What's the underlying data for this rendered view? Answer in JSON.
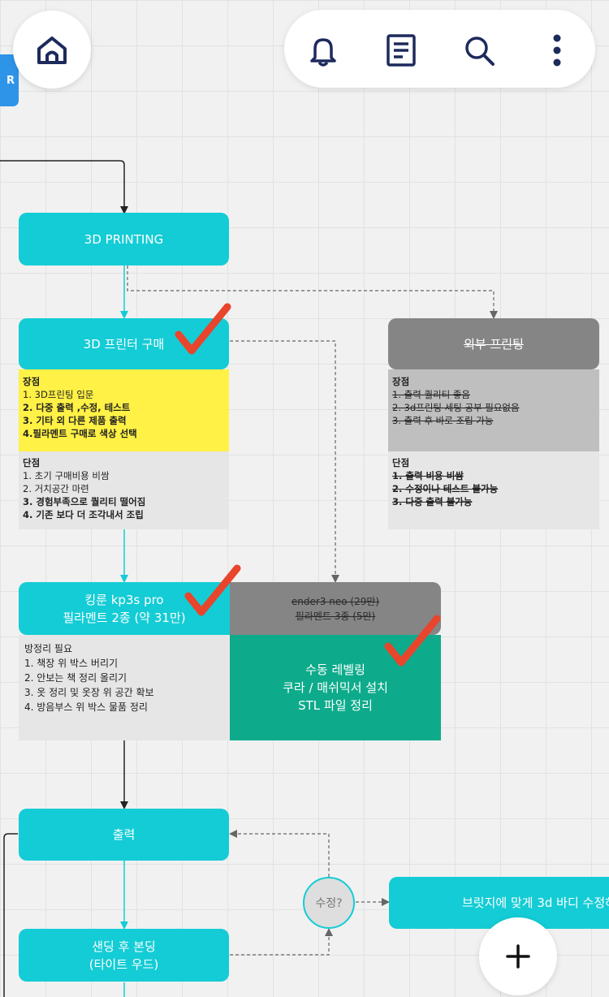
{
  "toolbar": {
    "icons": [
      "home-icon",
      "bell-icon",
      "document-icon",
      "search-icon",
      "more-vertical-icon"
    ]
  },
  "side_tab": {
    "label": "R",
    "color": "#2e94e8"
  },
  "colors": {
    "teal": "#14ccd5",
    "gray": "#858585",
    "yellow": "#fff145",
    "green": "#0dab8b",
    "check": "#e8452c"
  },
  "nodes": {
    "printing": "3D PRINTING",
    "buy_printer": "3D 프린터 구매",
    "outsourcing": "외부 프린팅",
    "kingroon_line1": "킹룬 kp3s pro",
    "kingroon_line2": "필라멘트 2종 (약 31만)",
    "ender_line1": "ender3 neo (29만)",
    "ender_line2": "필라멘트 3종 (5만)",
    "output": "출력",
    "decision": "수정?",
    "sanding_line1": "샌딩 후 본딩",
    "sanding_line2": "(타이트 우드)",
    "bridge": "브릿지에 맞게 3d 바디 수정하"
  },
  "buy_pros": {
    "title": "장점",
    "items": [
      "1. 3D프린팅 입문",
      "2. 다중 출력 ,수정, 테스트",
      "3. 기타 외 다른 제품 출력",
      "4.필라멘트 구매로 색상 선택"
    ]
  },
  "buy_cons": {
    "title": "단점",
    "items": [
      "1. 초기 구매비용 비쌈",
      "2. 거치공간 마련",
      "3. 경험부족으로 퀄리티 떨어짐",
      "4. 기존 보다 더 조각내서 조립"
    ]
  },
  "out_pros": {
    "title": "장점",
    "items": [
      "1. 출력 퀄리티 좋음",
      "2. 3d프린팅 세팅 공부 필요없음",
      "3. 출력 후 바로 조립 가능"
    ]
  },
  "out_cons": {
    "title": "단점",
    "items": [
      "1. 출력 비용 비쌈",
      "2. 수정이나 테스트 불가능",
      "3. 다중 출력 불가능"
    ]
  },
  "room_tasks": {
    "title": "방정리 필요",
    "items": [
      "1. 책장 위 박스 버리기",
      "2. 안보는 책 정리 올리기",
      "3. 옷 정리 및 옷장 위 공간 확보",
      "4. 방음부스 위 박스 물품 정리"
    ]
  },
  "green_card": {
    "items": [
      "수동 레벨링",
      "쿠라 / 매쉬믹서 설치",
      "STL 파일 정리"
    ]
  },
  "fab": {
    "icon": "plus-icon"
  }
}
